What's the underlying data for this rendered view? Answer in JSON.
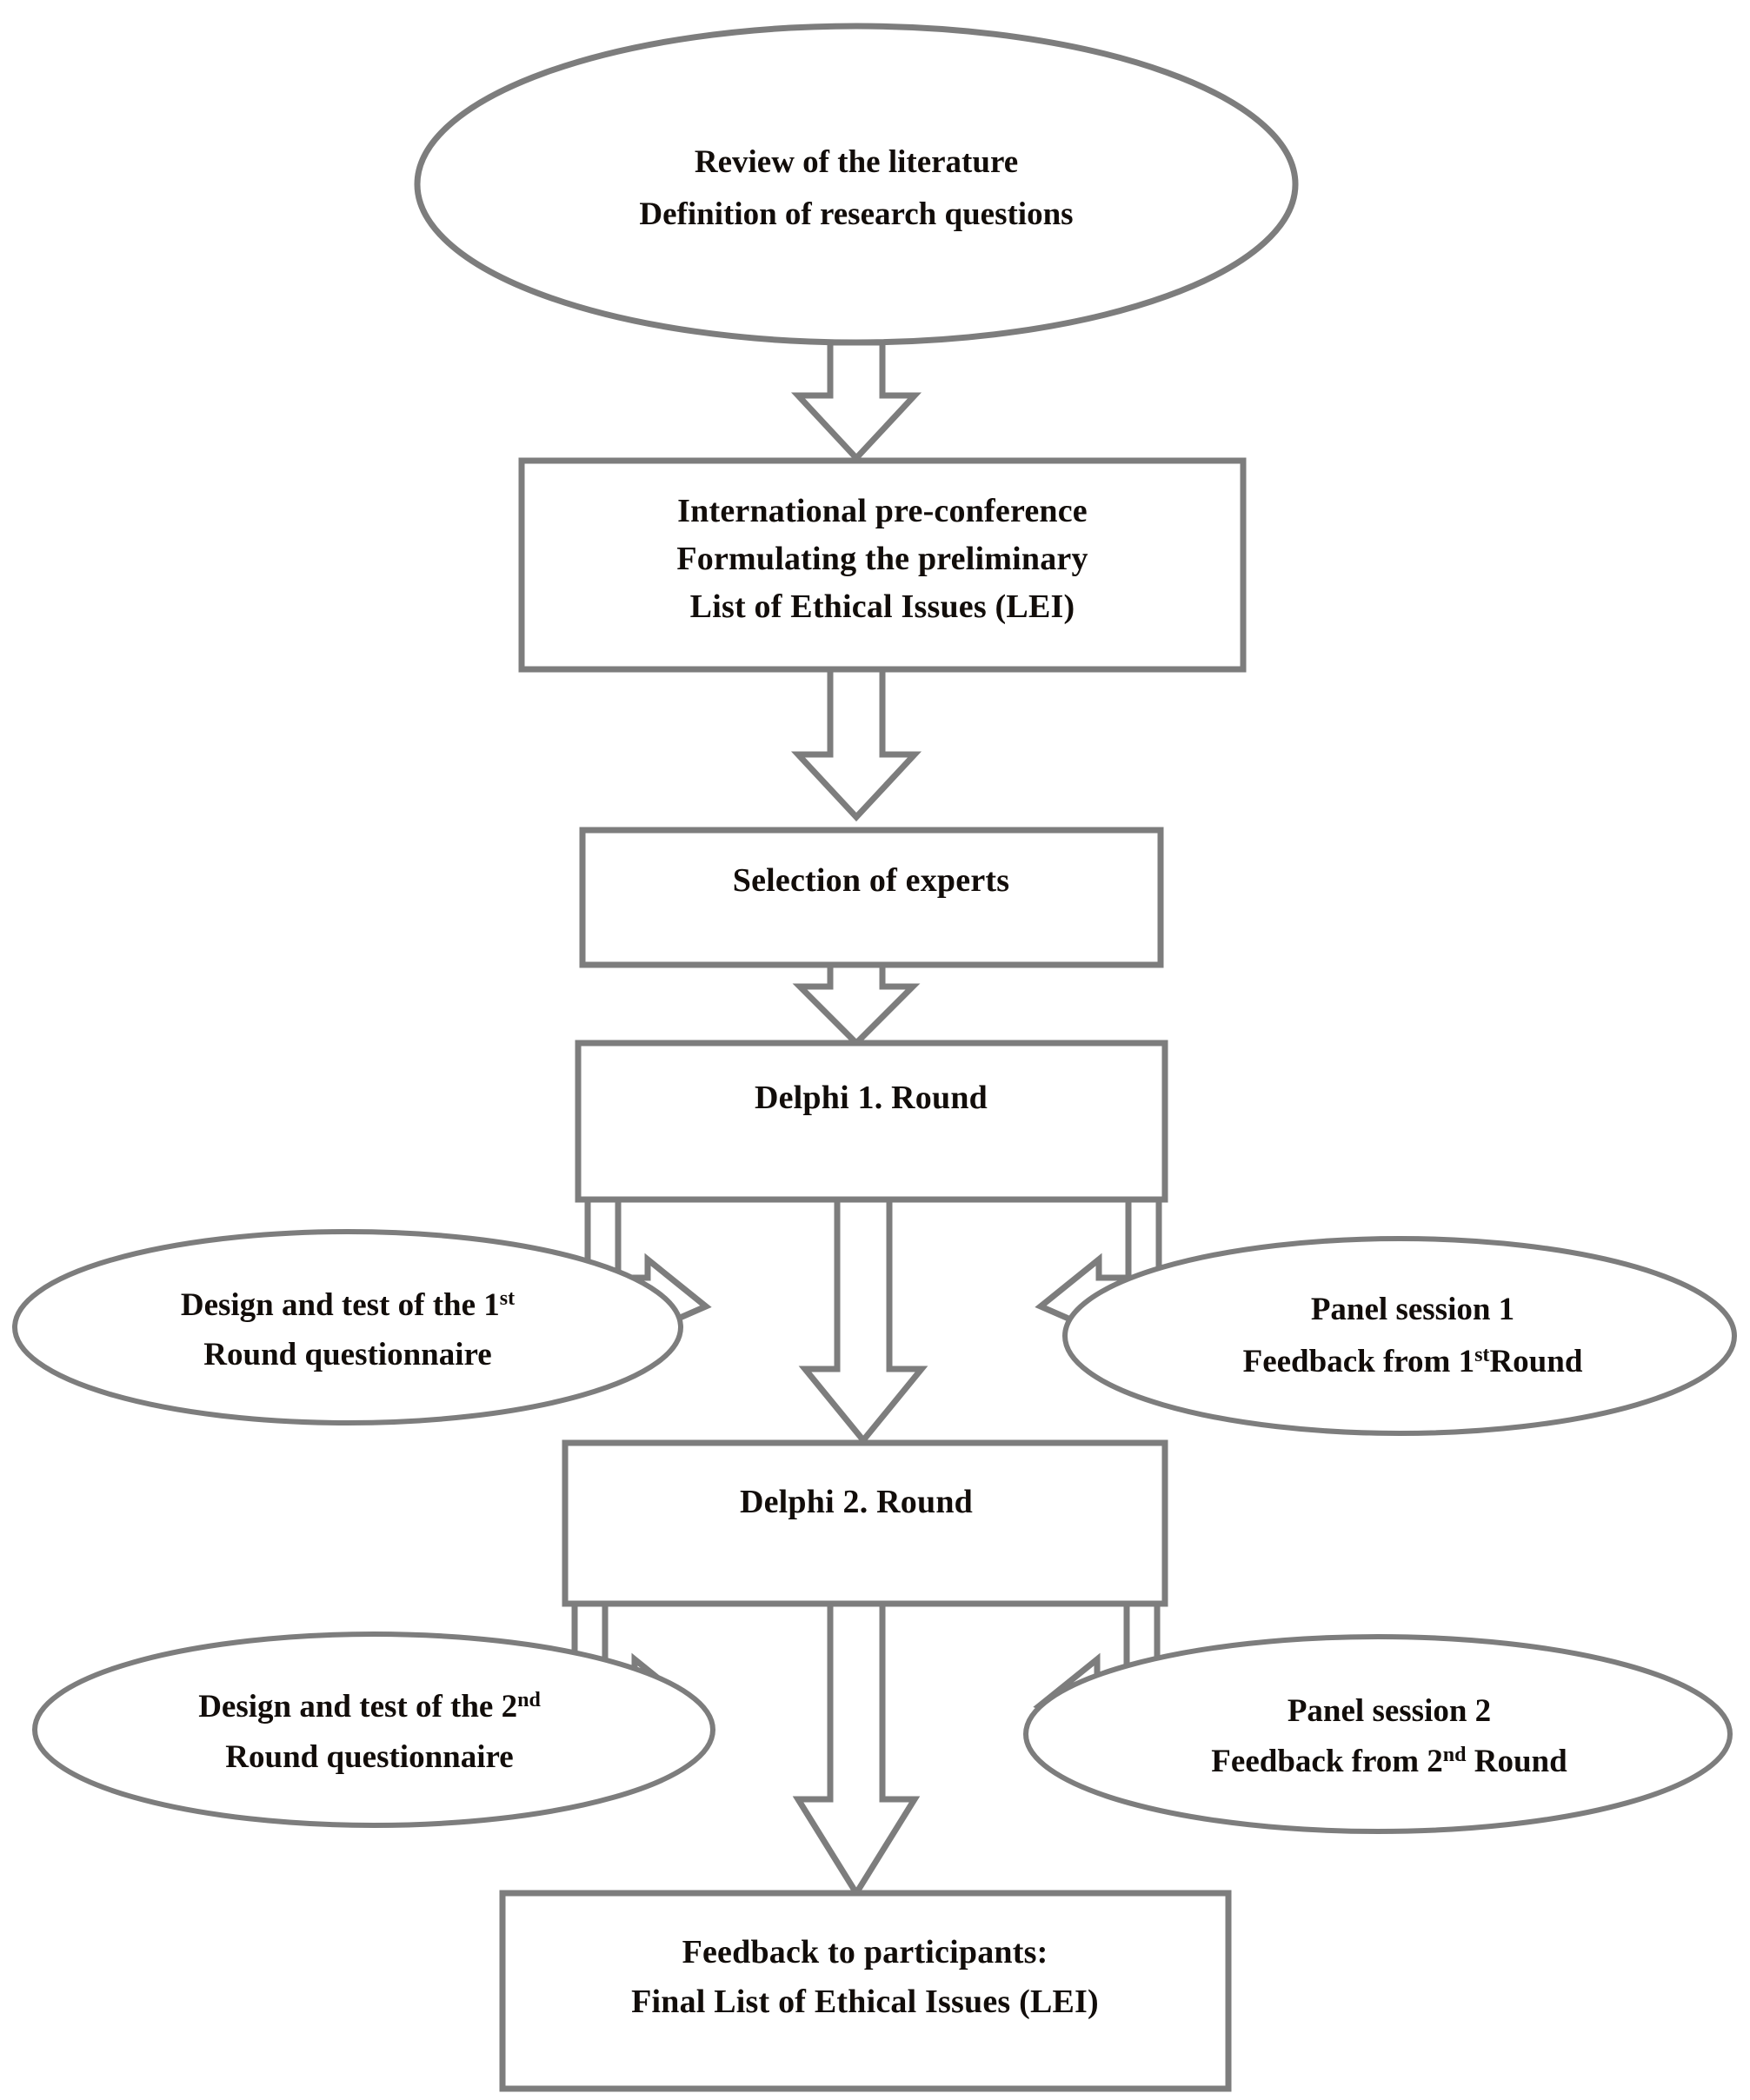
{
  "diagram": {
    "title": "Delphi study process flowchart",
    "colors": {
      "stroke": "#7d7d7d",
      "text": "#120d0a",
      "fill": "#ffffff"
    },
    "nodes": {
      "start_ellipse": {
        "shape": "ellipse",
        "line1": "Review of the literature",
        "line2": "Definition of research questions"
      },
      "preconference_box": {
        "shape": "rectangle",
        "line1": "International pre-conference",
        "line2": "Formulating the preliminary",
        "line3": "List of Ethical Issues (LEI)"
      },
      "selection_box": {
        "shape": "rectangle",
        "line1": "Selection of experts"
      },
      "delphi_round1_box": {
        "shape": "rectangle",
        "line1": "Delphi 1. Round"
      },
      "design_q1_ellipse": {
        "shape": "ellipse",
        "line1_a": "Design and test of the  1",
        "line1_sup": "st",
        "line2": "Round questionnaire"
      },
      "panel_session1_ellipse": {
        "shape": "ellipse",
        "line1": "Panel session 1",
        "line2_a": "Feedback from 1",
        "line2_sup": "st",
        "line2_b": "Round"
      },
      "delphi_round2_box": {
        "shape": "rectangle",
        "line1": "Delphi 2. Round"
      },
      "design_q2_ellipse": {
        "shape": "ellipse",
        "line1_a": "Design and test of the 2",
        "line1_sup": "nd",
        "line2": "Round questionnaire"
      },
      "panel_session2_ellipse": {
        "shape": "ellipse",
        "line1": "Panel session 2",
        "line2_a": "Feedback from 2",
        "line2_sup": "nd",
        "line2_b": " Round"
      },
      "final_feedback_box": {
        "shape": "rectangle",
        "line1": "Feedback to participants:",
        "line2": "Final List of Ethical Issues (LEI)"
      }
    },
    "connectors": [
      {
        "name": "start-to-preconference",
        "type": "block-arrow-down"
      },
      {
        "name": "preconference-to-selection",
        "type": "block-arrow-down"
      },
      {
        "name": "selection-to-delphi1",
        "type": "block-arrow-down"
      },
      {
        "name": "delphi1-to-design-q1",
        "type": "block-arrow-down-left"
      },
      {
        "name": "delphi1-to-delphi2",
        "type": "block-arrow-down"
      },
      {
        "name": "delphi1-to-panel1",
        "type": "block-arrow-down-right"
      },
      {
        "name": "delphi2-to-design-q2",
        "type": "block-arrow-down-left"
      },
      {
        "name": "delphi2-to-final",
        "type": "block-arrow-down"
      },
      {
        "name": "delphi2-to-panel2",
        "type": "block-arrow-down-right"
      }
    ]
  }
}
